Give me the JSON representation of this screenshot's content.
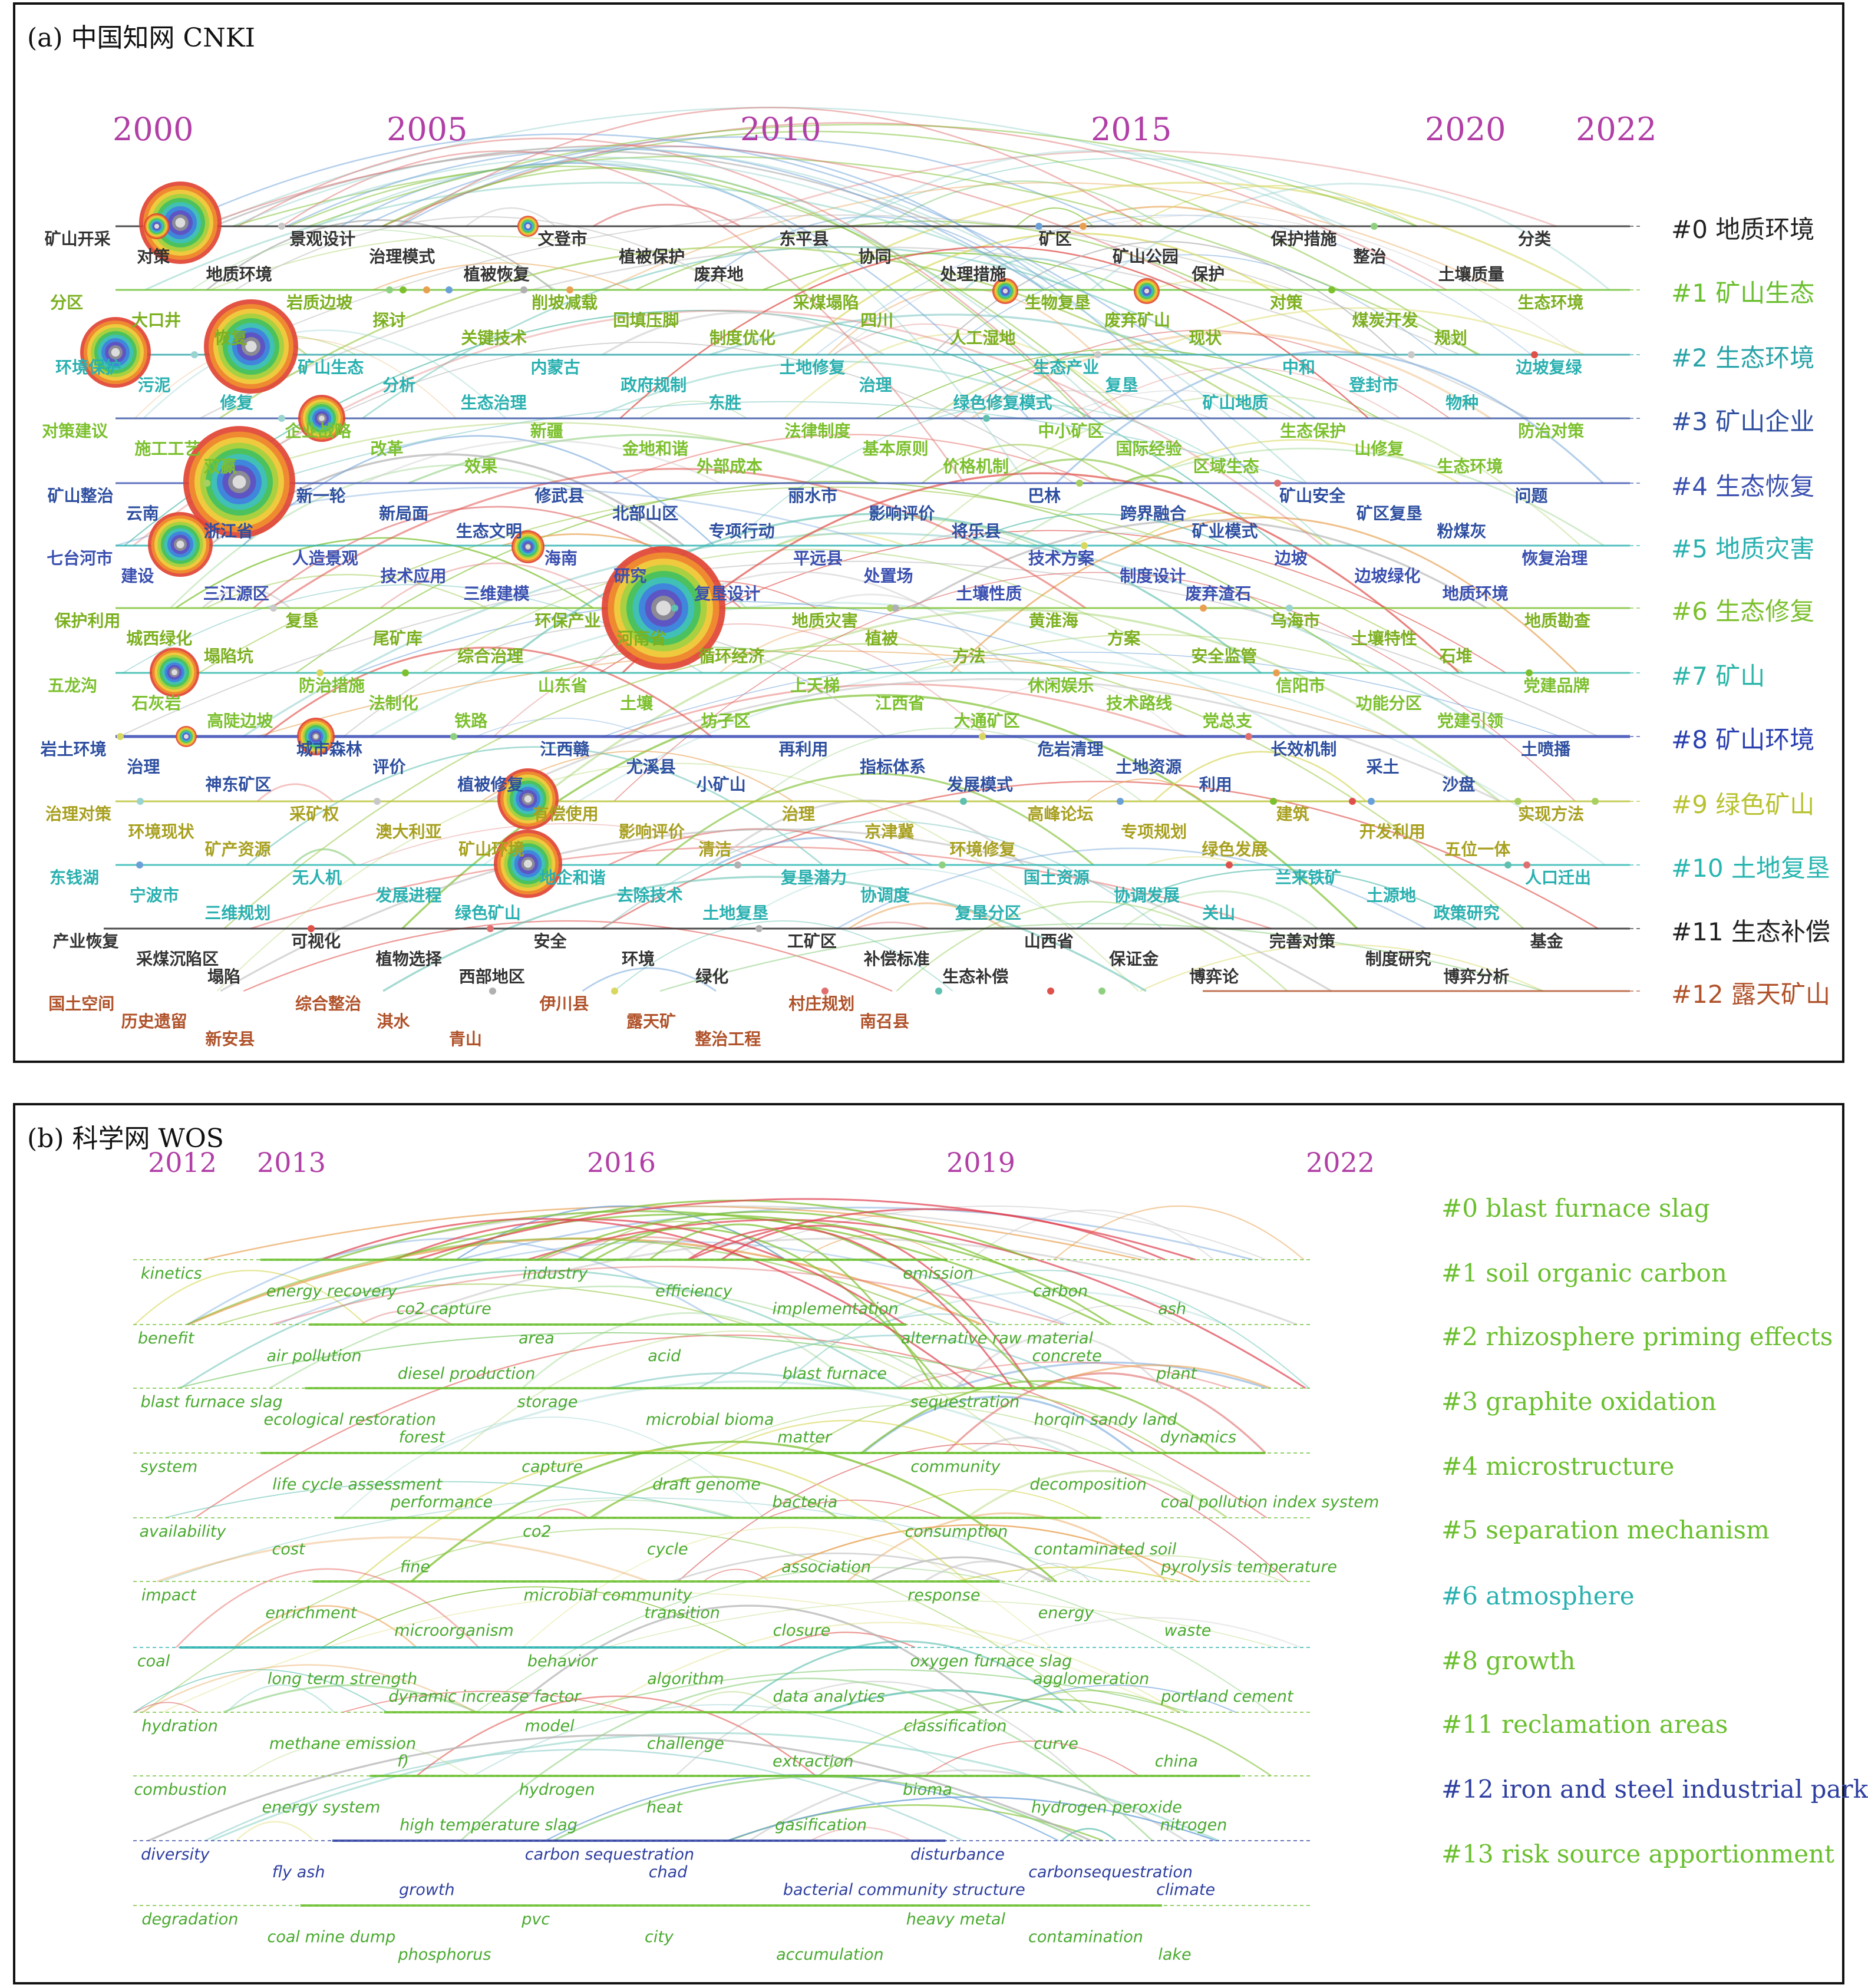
{
  "panel_a": {
    "title": "(a) 中国知网 CNKI",
    "years": [
      "2000",
      "2005",
      "2010",
      "2015",
      "2020",
      "2022"
    ],
    "clusters": [
      {
        "label": "#0 地质环境",
        "color": "#222222"
      },
      {
        "label": "#1 矿山生态",
        "color": "#6abf2e"
      },
      {
        "label": "#2 生态环境",
        "color": "#2aa3a8"
      },
      {
        "label": "#3 矿山企业",
        "color": "#2e4fa0"
      },
      {
        "label": "#4 生态恢复",
        "color": "#3a4fb0"
      },
      {
        "label": "#5 地质灾害",
        "color": "#2ab0b0"
      },
      {
        "label": "#6 生态修复",
        "color": "#7cc02e"
      },
      {
        "label": "#7 矿山",
        "color": "#2ab5a8"
      },
      {
        "label": "#8 矿山环境",
        "color": "#2a3fb0"
      },
      {
        "label": "#9 绿色矿山",
        "color": "#b8c230"
      },
      {
        "label": "#10 土地复垦",
        "color": "#28b6b0"
      },
      {
        "label": "#11 生态补偿",
        "color": "#222222"
      },
      {
        "label": "#12 露天矿山",
        "color": "#b0522a"
      }
    ],
    "keywords": [
      "矿山开采",
      "对策",
      "地质环境",
      "景观设计",
      "治理模式",
      "植被恢复",
      "文登市",
      "植被保护",
      "废弃地",
      "东平县",
      "协同",
      "处理措施",
      "矿区",
      "矿山公园",
      "保护",
      "保护措施",
      "整治",
      "土壤质量",
      "分类",
      "分区",
      "大口井",
      "恢复",
      "岩质边坡",
      "探讨",
      "关键技术",
      "削坡减载",
      "回填压脚",
      "制度优化",
      "采煤塌陷",
      "四川",
      "人工湿地",
      "生物复垦",
      "废弃矿山",
      "现状",
      "对策",
      "煤炭开发",
      "规划",
      "生态环境",
      "环境保护",
      "污泥",
      "修复",
      "矿山生态",
      "分析",
      "生态治理",
      "内蒙古",
      "政府规制",
      "东胜",
      "土地修复",
      "治理",
      "绿色修复模式",
      "生态产业",
      "复垦",
      "矿山地质",
      "中和",
      "登封市",
      "物种",
      "边坡复绿",
      "对策建议",
      "施工工艺",
      "双赢",
      "企业战略",
      "改革",
      "效果",
      "新疆",
      "金地和谐",
      "外部成本",
      "法律制度",
      "基本原则",
      "价格机制",
      "中小矿区",
      "国际经验",
      "区域生态",
      "生态保护",
      "山修复",
      "生态环境",
      "防治对策",
      "矿山整治",
      "云南",
      "浙江省",
      "新一轮",
      "新局面",
      "生态文明",
      "修武县",
      "北部山区",
      "专项行动",
      "丽水市",
      "影响评价",
      "将乐县",
      "巴林",
      "跨界融合",
      "矿业模式",
      "矿山安全",
      "矿区复垦",
      "粉煤灰",
      "问题",
      "七台河市",
      "建设",
      "三江源区",
      "人造景观",
      "技术应用",
      "三维建模",
      "海南",
      "研究",
      "复垦设计",
      "平远县",
      "处置场",
      "土壤性质",
      "技术方案",
      "制度设计",
      "废弃渣石",
      "边坡",
      "边坡绿化",
      "地质环境",
      "恢复治理",
      "保护利用",
      "城西绿化",
      "塌陷坑",
      "复垦",
      "尾矿库",
      "综合治理",
      "环保产业",
      "河南省",
      "循环经济",
      "地质灾害",
      "植被",
      "方法",
      "黄淮海",
      "方案",
      "安全监管",
      "乌海市",
      "土壤特性",
      "石堆",
      "地质勘查",
      "五龙沟",
      "石灰岩",
      "高陡边坡",
      "防治措施",
      "法制化",
      "铁路",
      "山东省",
      "土壤",
      "坊子区",
      "上天梯",
      "江西省",
      "大通矿区",
      "休闲娱乐",
      "技术路线",
      "党总支",
      "信阳市",
      "功能分区",
      "党建引领",
      "党建品牌",
      "岩土环境",
      "治理",
      "神东矿区",
      "城市森林",
      "评价",
      "植被修复",
      "江西赣",
      "尤溪县",
      "小矿山",
      "再利用",
      "指标体系",
      "发展模式",
      "危岩清理",
      "土地资源",
      "利用",
      "长效机制",
      "采土",
      "沙盘",
      "土喷播",
      "治理对策",
      "环境现状",
      "矿产资源",
      "采矿权",
      "澳大利亚",
      "矿山环境",
      "有偿使用",
      "影响评价",
      "清洁",
      "治理",
      "京津冀",
      "环境修复",
      "高峰论坛",
      "专项规划",
      "绿色发展",
      "建筑",
      "开发利用",
      "五位一体",
      "实现方法",
      "东钱湖",
      "宁波市",
      "三维规划",
      "无人机",
      "发展进程",
      "绿色矿山",
      "地企和谐",
      "去除技术",
      "土地复垦",
      "复垦潜力",
      "协调度",
      "复垦分区",
      "国土资源",
      "协调发展",
      "关山",
      "兰来铁矿",
      "土源地",
      "政策研究",
      "人口迁出",
      "产业恢复",
      "采煤沉陷区",
      "塌陷",
      "可视化",
      "植物选择",
      "西部地区",
      "安全",
      "环境",
      "绿化",
      "工矿区",
      "补偿标准",
      "生态补偿",
      "山西省",
      "保证金",
      "博弈论",
      "完善对策",
      "制度研究",
      "博弈分析",
      "基金",
      "国土空间",
      "历史遗留",
      "新安县",
      "综合整治",
      "淇水",
      "青山",
      "伊川县",
      "露天矿",
      "整治工程",
      "村庄规划",
      "南召县"
    ]
  },
  "panel_b": {
    "title": "(b) 科学网 WOS",
    "years": [
      "2012",
      "2013",
      "2016",
      "2019",
      "2022"
    ],
    "clusters": [
      {
        "label": "#0 blast furnace slag",
        "color": "#6abf2e"
      },
      {
        "label": "#1 soil organic carbon",
        "color": "#6abf2e"
      },
      {
        "label": "#2 rhizosphere priming effects",
        "color": "#6abf2e"
      },
      {
        "label": "#3 graphite oxidation",
        "color": "#6abf2e"
      },
      {
        "label": "#4 microstructure",
        "color": "#6abf2e"
      },
      {
        "label": "#5 separation mechanism",
        "color": "#6abf2e"
      },
      {
        "label": "#6 atmosphere",
        "color": "#2ab0b0"
      },
      {
        "label": "#8 growth",
        "color": "#6abf2e"
      },
      {
        "label": "#11 reclamation areas",
        "color": "#6abf2e"
      },
      {
        "label": "#12 iron and steel industrial park",
        "color": "#2e3fa0"
      },
      {
        "label": "#13 risk source apportionment",
        "color": "#6abf2e"
      }
    ],
    "keywords": [
      "kinetics",
      "energy recovery",
      "co2 capture",
      "industry",
      "efficiency",
      "implementation",
      "emission",
      "carbon",
      "ash",
      "benefit",
      "air pollution",
      "diesel production",
      "area",
      "acid",
      "blast furnace",
      "alternative raw material",
      "concrete",
      "plant",
      "blast furnace slag",
      "ecological restoration",
      "forest",
      "storage",
      "microbial bioma",
      "matter",
      "sequestration",
      "horqin sandy land",
      "dynamics",
      "system",
      "life cycle assessment",
      "performance",
      "capture",
      "draft genome",
      "bacteria",
      "community",
      "decomposition",
      "coal pollution index system",
      "availability",
      "cost",
      "fine",
      "co2",
      "cycle",
      "association",
      "consumption",
      "contaminated soil",
      "pyrolysis temperature",
      "impact",
      "enrichment",
      "microorganism",
      "microbial community",
      "transition",
      "closure",
      "response",
      "energy",
      "waste",
      "coal",
      "long term strength",
      "dynamic increase factor",
      "behavior",
      "algorithm",
      "data analytics",
      "oxygen furnace slag",
      "agglomeration",
      "portland cement",
      "hydration",
      "methane emission",
      "f)",
      "model",
      "challenge",
      "extraction",
      "classification",
      "curve",
      "china",
      "combustion",
      "energy system",
      "high temperature slag",
      "hydrogen",
      "heat",
      "gasification",
      "bioma",
      "hydrogen peroxide",
      "nitrogen",
      "diversity",
      "fly ash",
      "growth",
      "carbon sequestration",
      "chad",
      "bacterial community structure",
      "disturbance",
      "carbonsequestration",
      "climate",
      "degradation",
      "coal mine dump",
      "phosphorus",
      "pvc",
      "city",
      "accumulation",
      "heavy metal",
      "contamination",
      "lake"
    ]
  }
}
